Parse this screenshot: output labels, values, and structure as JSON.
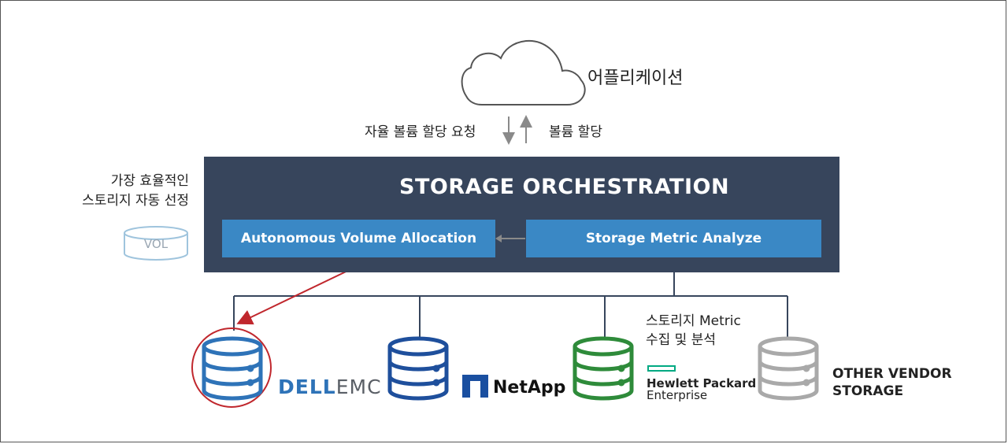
{
  "labels": {
    "application": "어플리케이션",
    "request": "자율 볼륨 할당 요청",
    "allocation": "볼륨 할당",
    "selection_line1": "가장 효율적인",
    "selection_line2": "스토리지 자동 선정",
    "volume": "VOL",
    "metric_line1": "스토리지 Metric",
    "metric_line2": "수집 및 분석"
  },
  "orchestration": {
    "title": "STORAGE ORCHESTRATION",
    "allocation_box": "Autonomous Volume Allocation",
    "metric_box": "Storage Metric Analyze"
  },
  "vendors": {
    "dell_part1": "D",
    "dell_part2": "ELL",
    "dell_part3": "EMC",
    "netapp": "NetApp",
    "hpe_line1": "Hewlett Packard",
    "hpe_line2": "Enterprise",
    "other_line1": "OTHER VENDOR",
    "other_line2": "STORAGE"
  },
  "colors": {
    "orchestration_bg": "#37455c",
    "box_blue": "#3a88c5",
    "dell_db": "#2e73b8",
    "netapp_db": "#1e4f9c",
    "hpe_db": "#2e8b3a",
    "other_db": "#a9a9a9",
    "highlight_red": "#c0272d"
  },
  "icons": [
    "cloud-icon",
    "arrow-down-icon",
    "arrow-up-icon",
    "orchestration-icon",
    "volume-icon",
    "database-icon"
  ]
}
